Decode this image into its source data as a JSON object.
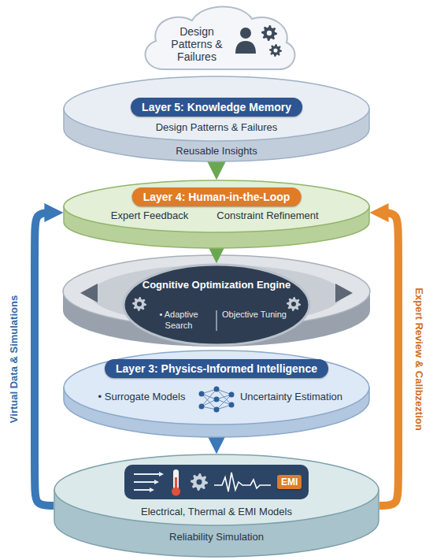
{
  "diagram": {
    "nodes": [
      {
        "text": [
          "Design Patterns & Failures"
        ]
      },
      {
        "text": [
          "Design Patterns & Failures",
          "Reusable Insights"
        ]
      },
      {
        "text": [
          "Layer 5: Knowledge Memory"
        ],
        "in": 1
      },
      {
        "text": [
          "Expert Feedback",
          "Constraint Refinement"
        ]
      },
      {
        "text": [
          "Layer 4: Human-in-the-Loop"
        ],
        "in": 3
      },
      {
        "text": [
          "Cognitive Optimization Engine",
          "• Adaptive Search",
          "Objective Tuning"
        ]
      },
      {
        "text": [
          "• Surrogate Models",
          "Uncertainty Estimation"
        ]
      },
      {
        "text": [
          "Layer 3: Physics-Informed Intelligence"
        ],
        "in": 6
      },
      {
        "text": [
          "Electrical, Thermal & EMI Models",
          "Reliability Simulation"
        ]
      },
      {
        "text": [
          "EMI"
        ],
        "in": 8
      }
    ],
    "edges": [
      {
        "from": 1,
        "to": 3,
        "arrow": "to"
      },
      {
        "from": 3,
        "to": 5,
        "arrow": "to"
      },
      {
        "from": 6,
        "to": 8,
        "arrow": "to"
      },
      {
        "from": 8,
        "to": 3,
        "label": "Virtual Data & Simulations",
        "arrow": "to"
      },
      {
        "from": 8,
        "to": 3,
        "label": "Expert Review & Calibzeztion",
        "arrow": "to"
      }
    ]
  }
}
